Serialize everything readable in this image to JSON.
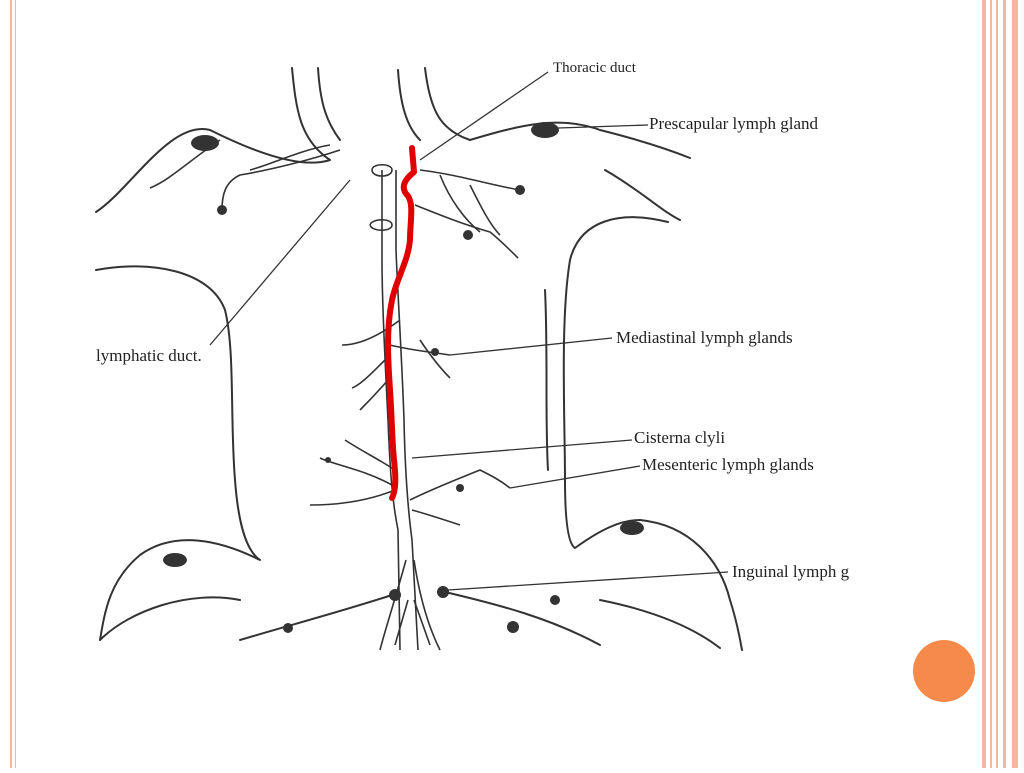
{
  "slide": {
    "frame_color": "#f4b8a2",
    "accent_color": "#f58a4b",
    "highlight_color": "#e00000"
  },
  "diagram": {
    "labels": {
      "top_cut": "Thoracic duct",
      "prescapular": "Prescapular lymph gland",
      "lymphatic_duct": "lymphatic duct.",
      "mediastinal": "Mediastinal lymph glands",
      "cisterna": "Cisterna clyli",
      "mesenteric": "Mesenteric lymph glands",
      "inguinal": "Inguinal lymph g"
    }
  }
}
